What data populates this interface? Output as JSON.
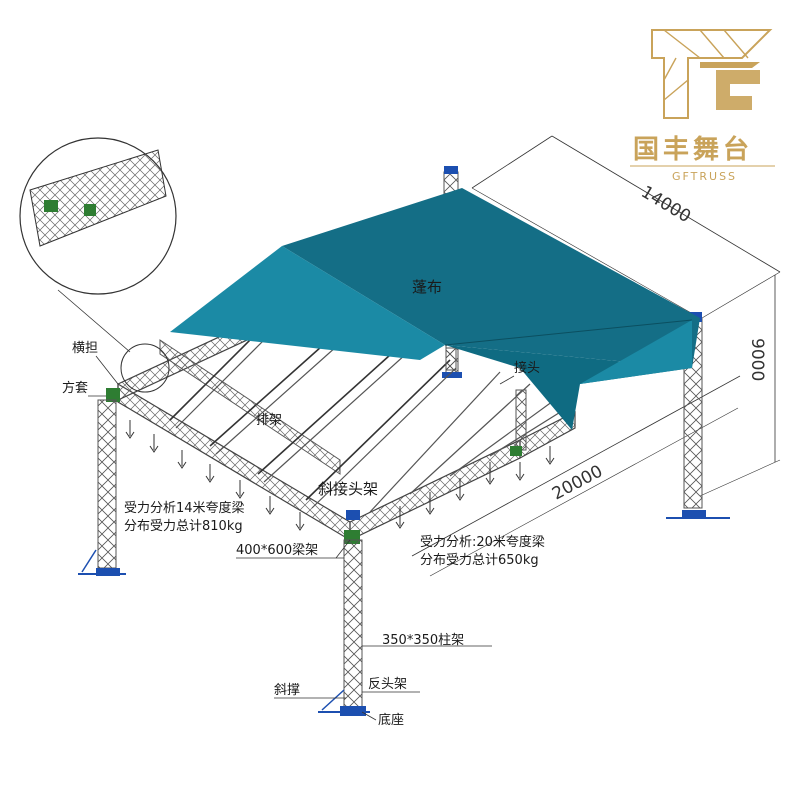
{
  "brand": {
    "name_cn": "国丰舞台",
    "name_en": "GFTRUSS"
  },
  "labels": {
    "canopy": "蓬布",
    "crossbar": "横担",
    "sleeve": "方套",
    "joint": "接头",
    "rafter": "排架",
    "diagonal_joint": "斜接头架",
    "beam": "400*600梁架",
    "column": "350*350柱架",
    "brace": "斜撑",
    "reverse_frame": "反头架",
    "base": "底座",
    "load_14m_line1": "受力分析14米夸度梁",
    "load_14m_line2": "分布受力总计810kg",
    "load_20m_line1": "受力分析:20米夸度梁",
    "load_20m_line2": "分布受力总计650kg"
  },
  "dimensions": {
    "depth": "14000",
    "width": "20000",
    "height": "9000"
  },
  "colors": {
    "canopy_top": "#146e86",
    "canopy_side": "#1b8aa5",
    "canopy_dark": "#0f5a6e",
    "brand_gold": "#c9a35a",
    "base_blue": "#1c4fb0"
  }
}
